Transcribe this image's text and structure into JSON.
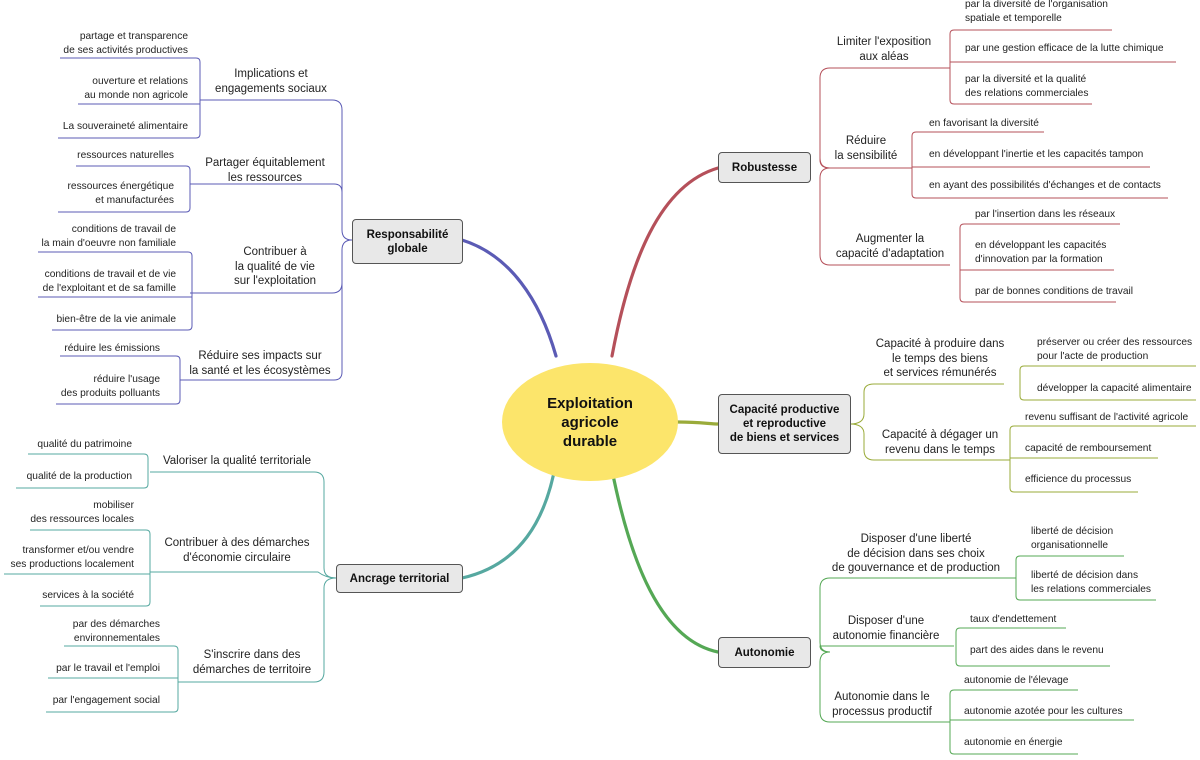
{
  "center": {
    "label": "Exploitation\nagricole\ndurable",
    "color": "#fce56b"
  },
  "branches": {
    "responsabilite": {
      "label": "Responsabilité\nglobale",
      "color": "#5b5bb5",
      "subs": [
        {
          "label": "Implications et\nengagements sociaux",
          "leaves": [
            "partage et transparence\nde ses activités productives",
            "ouverture et relations\nau monde non agricole",
            "La souveraineté alimentaire"
          ]
        },
        {
          "label": "Partager équitablement\nles ressources",
          "leaves": [
            "ressources naturelles",
            "ressources énergétique\net manufacturées"
          ]
        },
        {
          "label": "Contribuer à\nla qualité de vie\nsur l'exploitation",
          "leaves": [
            "conditions de travail de\nla main d'oeuvre non familiale",
            "conditions de travail et de vie\nde l'exploitant et de sa famille",
            "bien-être de la vie animale"
          ]
        },
        {
          "label": "Réduire ses impacts sur\nla santé et les écosystèmes",
          "leaves": [
            "réduire les émissions",
            "réduire l'usage\ndes produits polluants"
          ]
        }
      ]
    },
    "ancrage": {
      "label": "Ancrage territorial",
      "color": "#56a8a0",
      "subs": [
        {
          "label": "Valoriser la qualité territoriale",
          "leaves": [
            "qualité du patrimoine",
            "qualité de la production"
          ]
        },
        {
          "label": "Contribuer à des démarches\nd'économie circulaire",
          "leaves": [
            "mobiliser\ndes ressources locales",
            "transformer et/ou vendre\nses productions localement",
            "services à la société"
          ]
        },
        {
          "label": "S'inscrire dans des\ndémarches de territoire",
          "leaves": [
            "par des démarches\nenvironnementales",
            "par le travail et l'emploi",
            "par l'engagement social"
          ]
        }
      ]
    },
    "robustesse": {
      "label": "Robustesse",
      "color": "#b5505a",
      "subs": [
        {
          "label": "Limiter l'exposition\naux aléas",
          "leaves": [
            "par la diversité de l'organisation\nspatiale et temporelle",
            "par une gestion efficace de la lutte chimique",
            "par la diversité et la qualité\ndes relations commerciales"
          ]
        },
        {
          "label": "Réduire\nla sensibilité",
          "leaves": [
            "en favorisant la diversité",
            "en développant l'inertie et les capacités tampon",
            "en ayant des possibilités d'échanges et de contacts"
          ]
        },
        {
          "label": "Augmenter la\ncapacité d'adaptation",
          "leaves": [
            "par l'insertion dans les réseaux",
            "en développant les capacités\nd'innovation par la formation",
            "par de bonnes conditions de travail"
          ]
        }
      ]
    },
    "capacite": {
      "label": "Capacité productive\net reproductive\nde biens et services",
      "color": "#9aab3a",
      "subs": [
        {
          "label": "Capacité à produire dans\nle temps des biens\net services rémunérés",
          "leaves": [
            "préserver ou créer des ressources\npour l'acte de production",
            "développer la capacité alimentaire"
          ]
        },
        {
          "label": "Capacité à dégager un\nrevenu dans le temps",
          "leaves": [
            "revenu suffisant de l'activité agricole",
            "capacité de remboursement",
            "efficience du processus"
          ]
        }
      ]
    },
    "autonomie": {
      "label": "Autonomie",
      "color": "#55a855",
      "subs": [
        {
          "label": "Disposer d'une liberté\nde décision dans ses choix\nde gouvernance et de production",
          "leaves": [
            "liberté de décision\norganisationnelle",
            "liberté de décision dans\nles relations commerciales"
          ]
        },
        {
          "label": "Disposer d'une\nautonomie financière",
          "leaves": [
            "taux d'endettement",
            "part des aides dans le revenu"
          ]
        },
        {
          "label": "Autonomie dans le\nprocessus productif",
          "leaves": [
            "autonomie de l'élevage",
            "autonomie azotée pour les cultures",
            "autonomie en  énergie"
          ]
        }
      ]
    }
  }
}
